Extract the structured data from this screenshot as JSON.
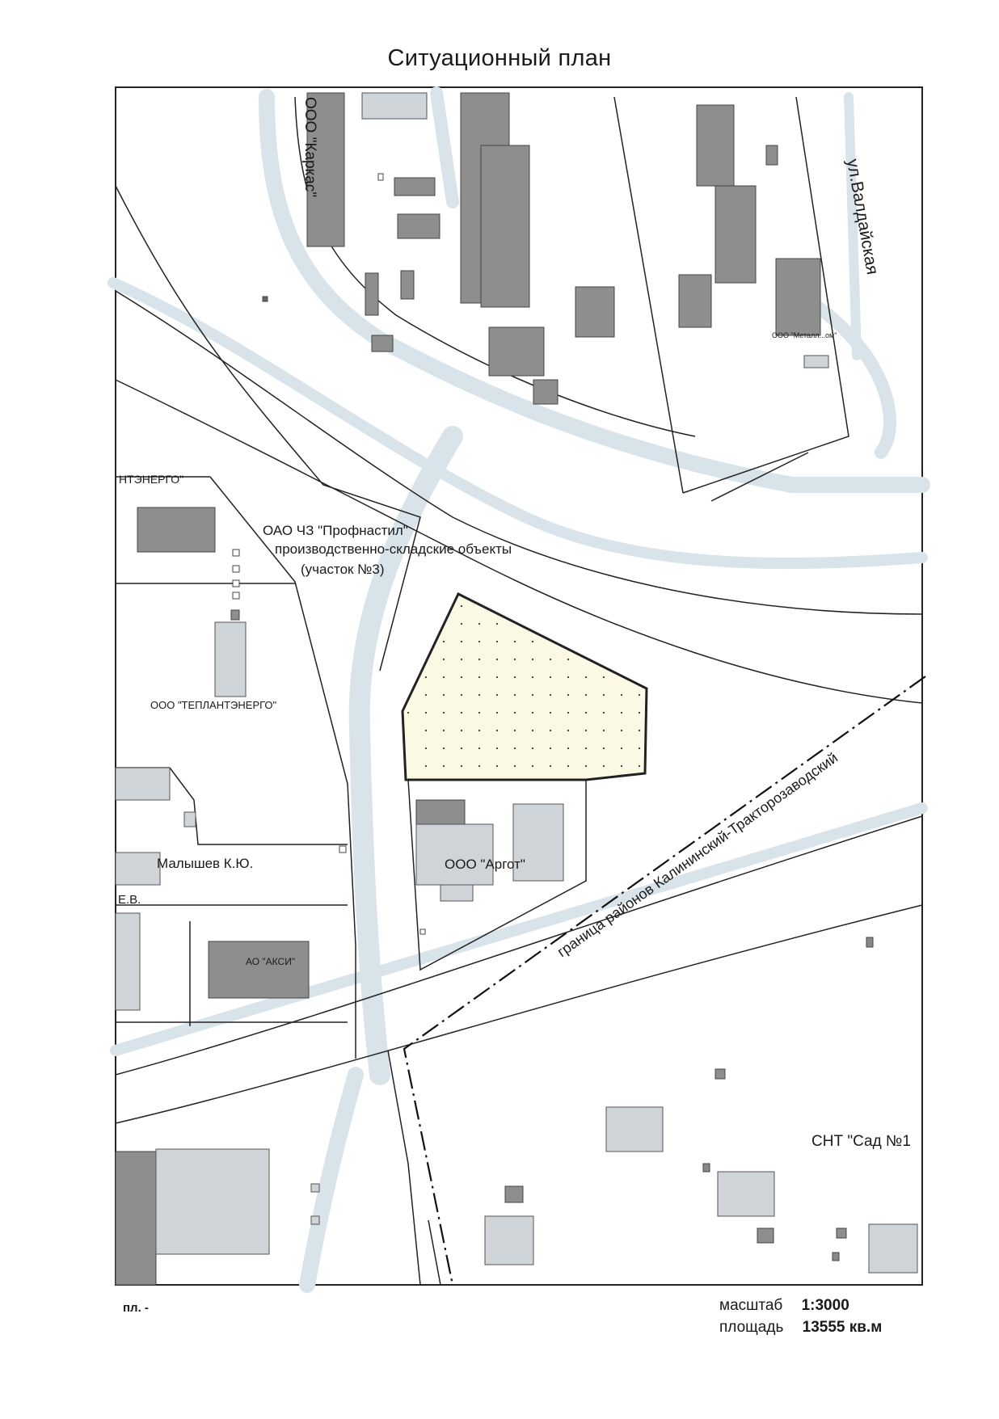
{
  "title": "Ситуационный план",
  "labels": {
    "karkas": "ООО \"Каркас\"",
    "valdayskaya": "ул.Валдайская",
    "metall": "ООО \"Металл...ом\"",
    "tepl_top": "НТЭНЕРГО\"",
    "profnastil_1": "ОАО ЧЗ \"Профнастил\"",
    "profnastil_2": "производственно-складские объекты",
    "profnastil_3": "(участок №3)",
    "teplantenergo": "ООО \"ТЕПЛАНТЭНЕРГО\"",
    "malyshev": "Малышев К.Ю.",
    "ev": "Е.В.",
    "argot": "ООО \"Аргот\"",
    "aksi": "АО \"АКСИ\"",
    "boundary": "граница районов Калининский-Тракторозаводский",
    "snt": "СНТ \"Сад №1"
  },
  "footer": {
    "pl_label": "пл. -",
    "scale_label": "масштаб",
    "scale_value": "1:3000",
    "area_label": "площадь",
    "area_value": "13555 кв.м"
  },
  "colors": {
    "building": "#8e8e8e",
    "light_building": "#cfd4d9",
    "road_halo": "#d8e3ea",
    "parcel_fill": "#fbf9e4",
    "line": "#222222"
  }
}
